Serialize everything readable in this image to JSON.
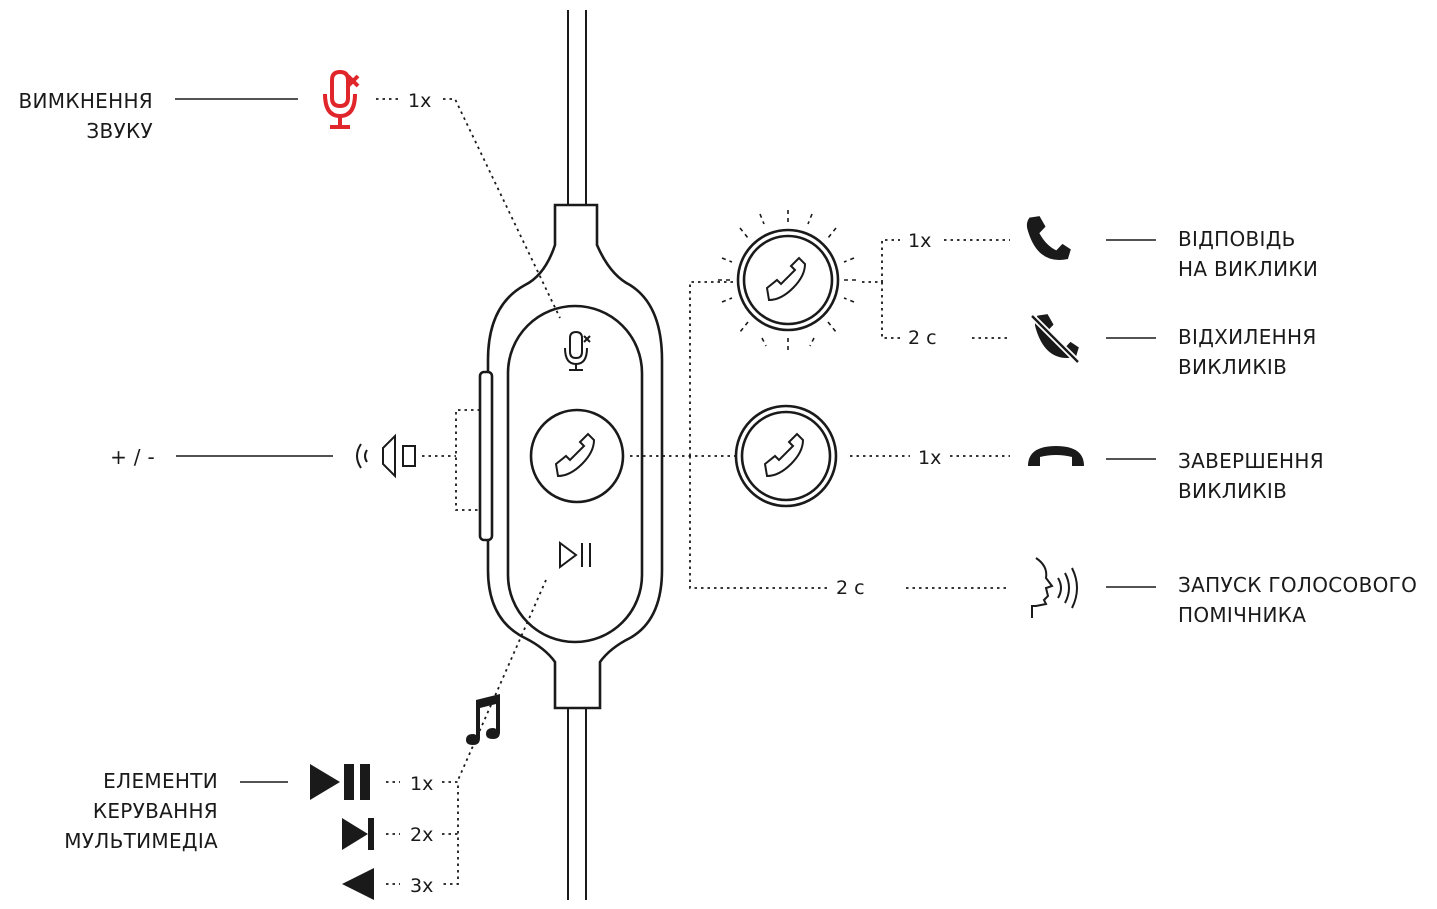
{
  "labels": {
    "mute_1": "ВИМКНЕННЯ",
    "mute_2": "ЗВУКУ",
    "volume": "+ / -",
    "answer_1": "ВІДПОВІДЬ",
    "answer_2": "НА ВИКЛИКИ",
    "reject_1": "ВІДХИЛЕННЯ",
    "reject_2": "ВИКЛИКІВ",
    "end_1": "ЗАВЕРШЕННЯ",
    "end_2": "ВИКЛИКІВ",
    "assistant_1": "ЗАПУСК ГОЛОСОВОГО",
    "assistant_2": "ПОМІЧНИКА",
    "media_1": "ЕЛЕМЕНТИ",
    "media_2": "КЕРУВАННЯ",
    "media_3": "МУЛЬТИМЕДІА"
  },
  "counts": {
    "mute": "1x",
    "answer": "1x",
    "reject": "2 с",
    "end": "1x",
    "assistant": "2 с",
    "play_pause": "1x",
    "next": "2x",
    "previous": "3x"
  },
  "icons": {
    "mute": "mic-muted-icon",
    "volume": "speaker-icon",
    "answer": "phone-answer-icon",
    "reject": "phone-reject-icon",
    "end": "phone-hangup-icon",
    "assistant": "voice-assistant-icon",
    "music": "music-note-icon",
    "play_pause": "play-pause-icon",
    "next": "next-track-icon",
    "previous": "previous-track-icon"
  },
  "colors": {
    "ink": "#1a1a1a",
    "mute_accent": "#e0262a"
  }
}
